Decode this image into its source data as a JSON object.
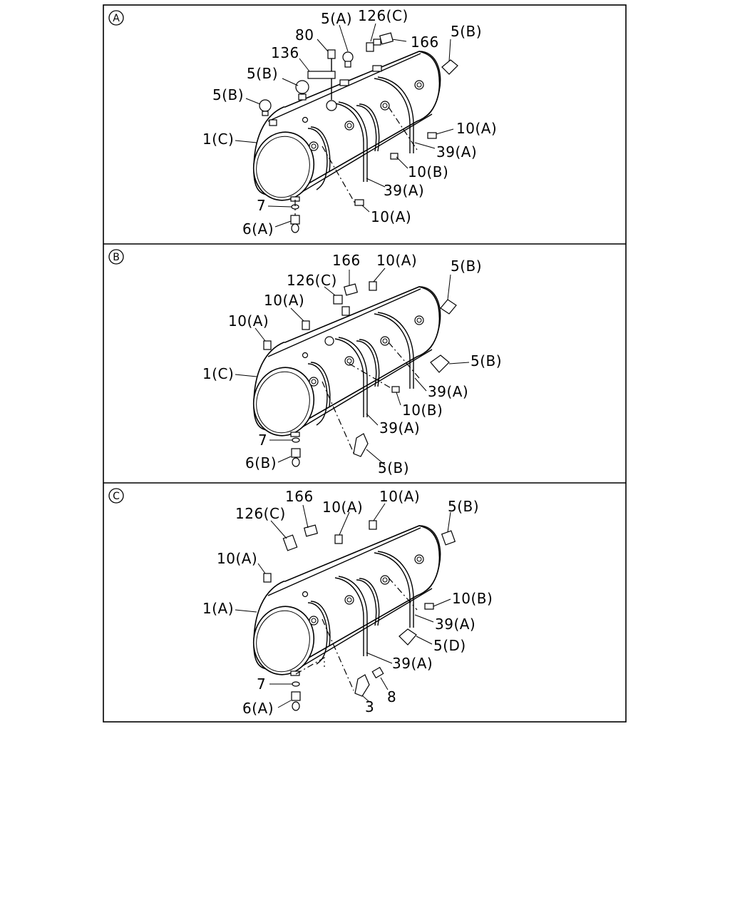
{
  "panels": [
    {
      "id": "A",
      "marker": "A",
      "labels": [
        "5(A)",
        "126(C)",
        "166",
        "80",
        "5(B)",
        "136",
        "5(B)",
        "5(B)",
        "1(C)",
        "10(A)",
        "39(A)",
        "10(B)",
        "39(A)",
        "7",
        "10(A)",
        "6(A)"
      ]
    },
    {
      "id": "B",
      "marker": "B",
      "labels": [
        "166",
        "10(A)",
        "5(B)",
        "126(C)",
        "10(A)",
        "10(A)",
        "1(C)",
        "5(B)",
        "39(A)",
        "10(B)",
        "39(A)",
        "7",
        "6(B)",
        "5(B)"
      ]
    },
    {
      "id": "C",
      "marker": "C",
      "labels": [
        "166",
        "10(A)",
        "10(A)",
        "5(B)",
        "126(C)",
        "10(A)",
        "10(B)",
        "1(A)",
        "39(A)",
        "5(D)",
        "39(A)",
        "7",
        "8",
        "6(A)",
        "3"
      ]
    }
  ]
}
